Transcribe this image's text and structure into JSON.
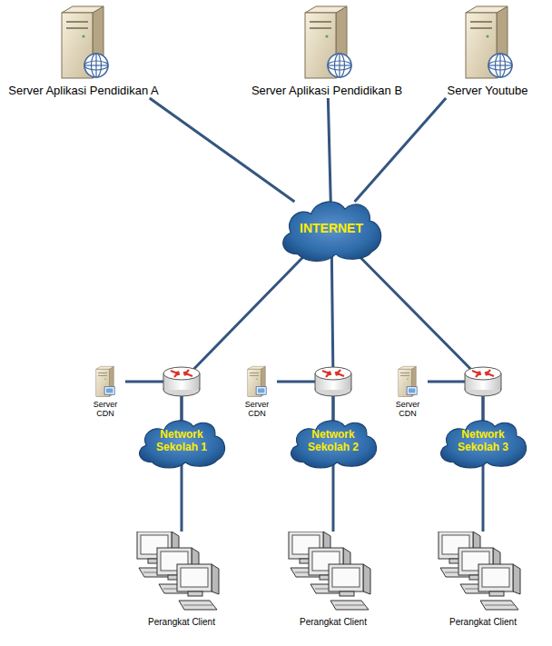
{
  "diagram": {
    "nodes": [
      {
        "text": [
          "Server Aplikasi Pendidikan A"
        ]
      },
      {
        "text": [
          "Server Aplikasi Pendidikan B"
        ]
      },
      {
        "text": [
          "Server Youtube"
        ]
      },
      {
        "text": [
          "INTERNET"
        ]
      },
      {
        "text": [
          "Server CDN"
        ]
      },
      {
        "text": [
          "Network Sekolah 1"
        ]
      },
      {
        "text": [
          "Server CDN"
        ]
      },
      {
        "text": [
          "Network Sekolah 2"
        ]
      },
      {
        "text": [
          "Server CDN"
        ]
      },
      {
        "text": [
          "Network Sekolah 3"
        ]
      },
      {
        "text": [
          "Perangkat Client"
        ]
      },
      {
        "text": [
          "Perangkat Client"
        ]
      },
      {
        "text": [
          "Perangkat Client"
        ]
      }
    ],
    "edges": [
      {
        "from": 0,
        "to": 3,
        "arrow": "none"
      },
      {
        "from": 1,
        "to": 3,
        "arrow": "none"
      },
      {
        "from": 2,
        "to": 3,
        "arrow": "none"
      },
      {
        "from": 3,
        "to": 5,
        "arrow": "none"
      },
      {
        "from": 3,
        "to": 7,
        "arrow": "none"
      },
      {
        "from": 3,
        "to": 9,
        "arrow": "none"
      },
      {
        "from": 4,
        "to": 5,
        "arrow": "none"
      },
      {
        "from": 6,
        "to": 7,
        "arrow": "none"
      },
      {
        "from": 8,
        "to": 9,
        "arrow": "none"
      },
      {
        "from": 5,
        "to": 10,
        "arrow": "none"
      },
      {
        "from": 7,
        "to": 11,
        "arrow": "none"
      },
      {
        "from": 9,
        "to": 12,
        "arrow": "none"
      }
    ]
  }
}
